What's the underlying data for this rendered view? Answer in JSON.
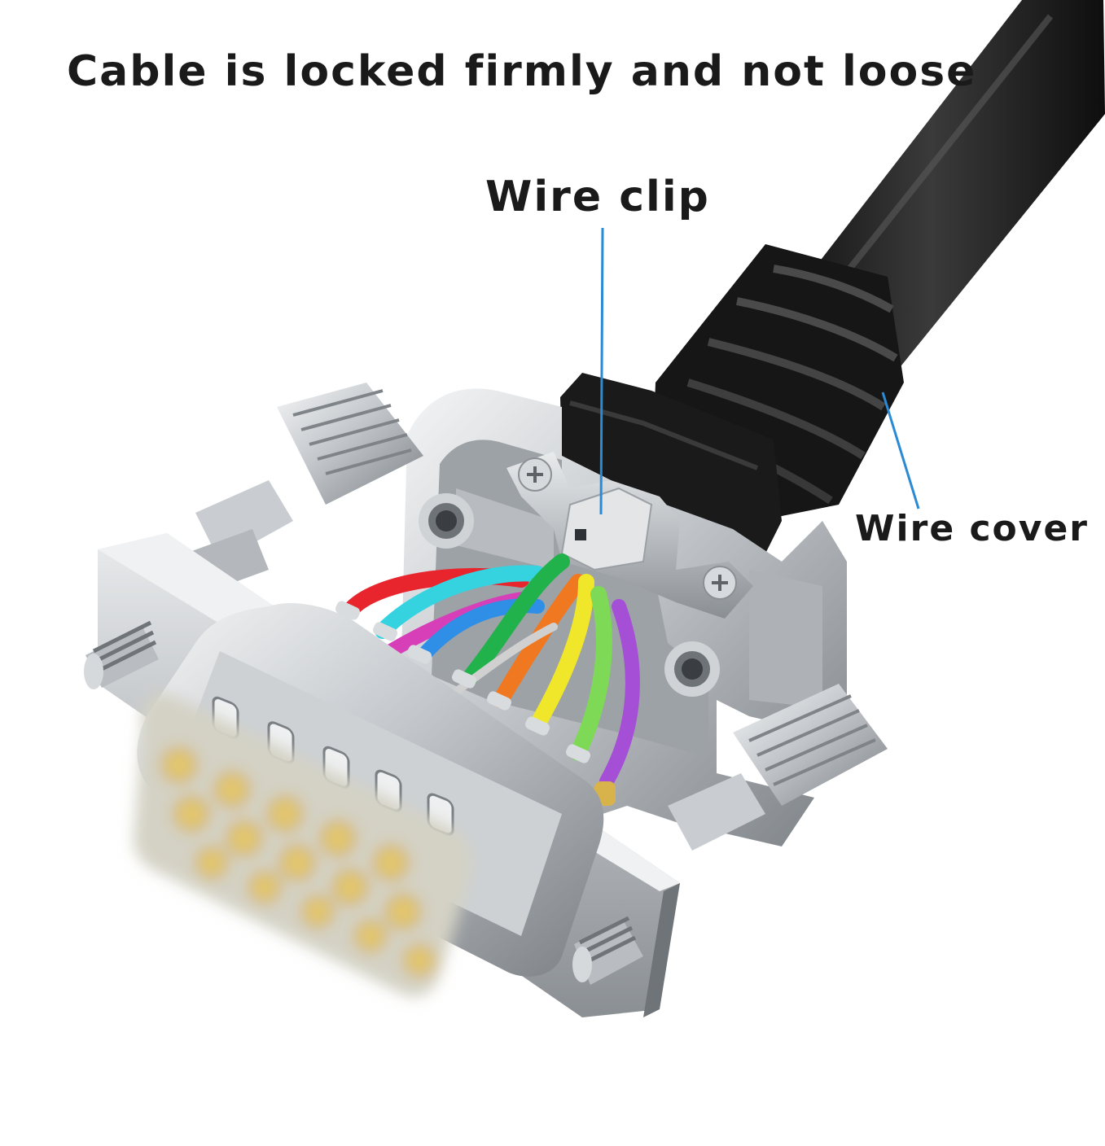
{
  "headline": "Cable is locked firmly and not loose",
  "callouts": {
    "wire_clip": "Wire clip",
    "wire_cover": "Wire cover"
  },
  "colors": {
    "background": "#ffffff",
    "text": "#1a1a1a",
    "leader_line": "#2a8ad4",
    "cable": "#1e1e1e",
    "metal": "#c8ccd0",
    "gold_pins": "#d9b347"
  },
  "wire_colors": [
    "#e8242c",
    "#35d3e0",
    "#d63fb8",
    "#2f8fe6",
    "#22b24c",
    "#f07820",
    "#f0e62a",
    "#7ed957",
    "#a44fd6",
    "#d0d0d0"
  ]
}
